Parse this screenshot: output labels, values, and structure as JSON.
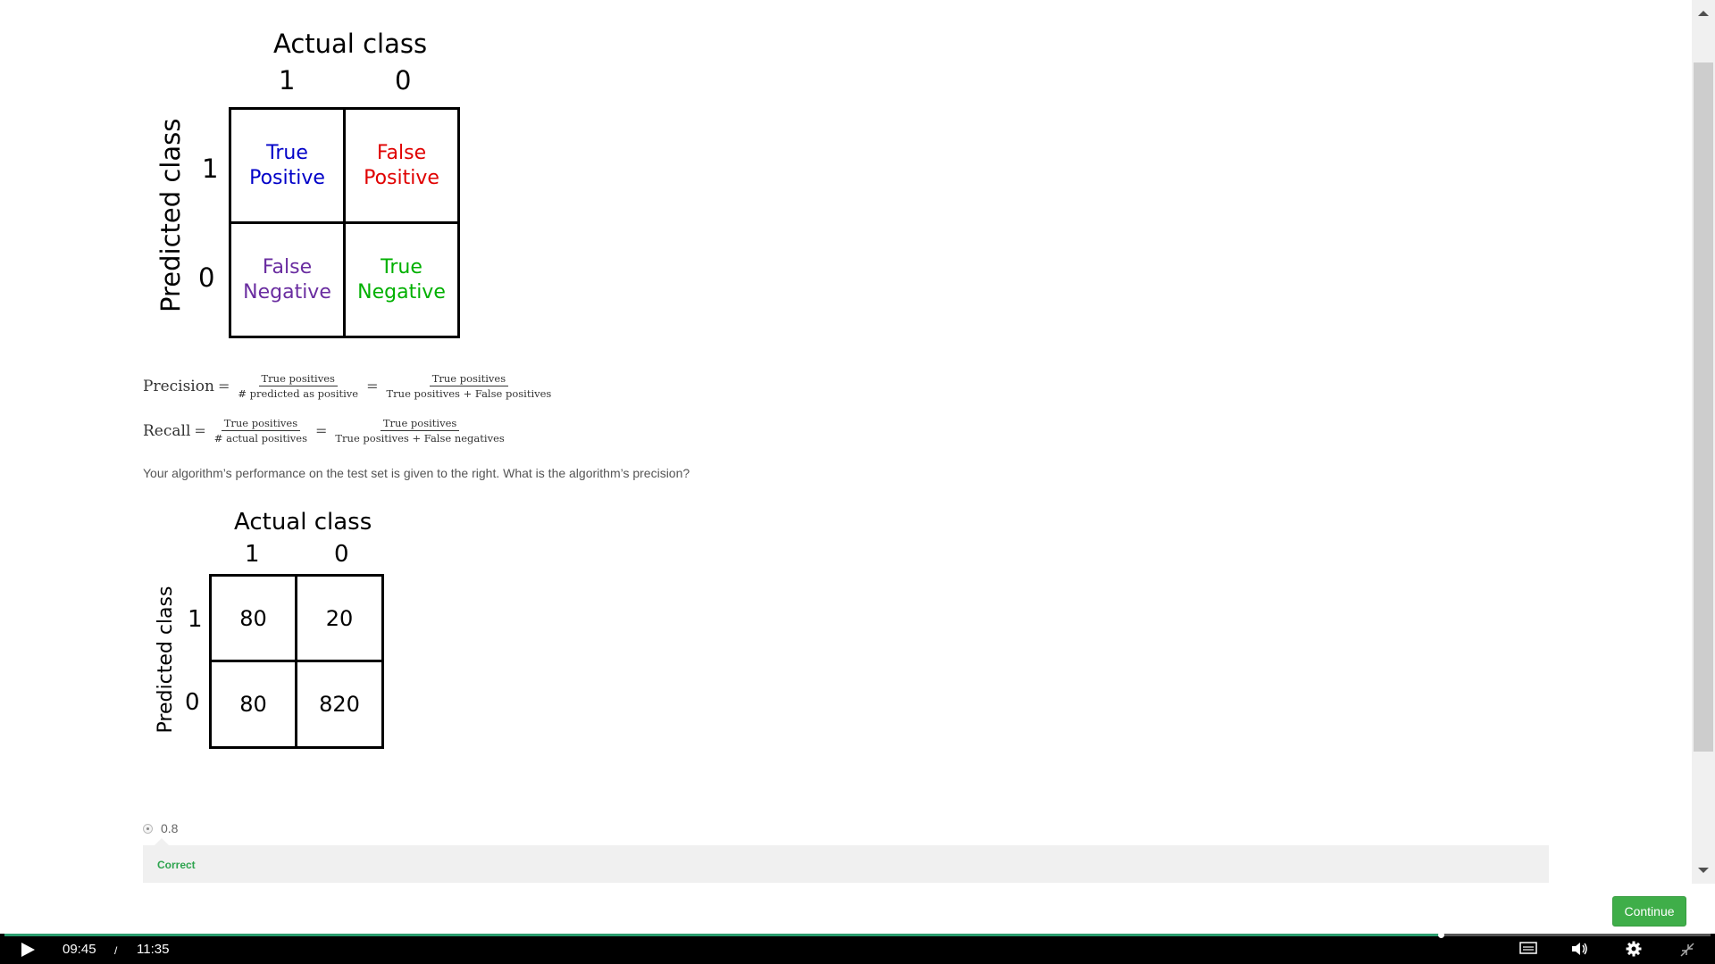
{
  "matrix1": {
    "title": "Actual class",
    "col_labels": [
      "1",
      "0"
    ],
    "row_axis": "Predicted class",
    "row_labels": [
      "1",
      "0"
    ],
    "cells": [
      {
        "text": "True\nPositive",
        "color": "#0000c8"
      },
      {
        "text": "False\nPositive",
        "color": "#e00000"
      },
      {
        "text": "False\nNegative",
        "color": "#6a2da0"
      },
      {
        "text": "True\nNegative",
        "color": "#00b000"
      }
    ]
  },
  "formulas": {
    "precision": {
      "label": "Precision",
      "eq": "=",
      "frac1_num": "True positives",
      "frac1_den": "# predicted as positive",
      "frac2_num": "True positives",
      "frac2_den": "True positives + False positives"
    },
    "recall": {
      "label": "Recall",
      "eq": "=",
      "frac1_num": "True positives",
      "frac1_den": "# actual positives",
      "frac2_num": "True positives",
      "frac2_den": "True positives + False negatives"
    }
  },
  "question": "Your algorithm’s performance on the test set is given to the right. What is the algorithm’s precision?",
  "matrix2": {
    "title": "Actual class",
    "col_labels": [
      "1",
      "0"
    ],
    "row_axis": "Predicted class",
    "row_labels": [
      "1",
      "0"
    ],
    "cells": [
      "80",
      "20",
      "80",
      "820"
    ]
  },
  "answer": {
    "option_value": "0.8",
    "feedback": "Correct"
  },
  "buttons": {
    "continue": "Continue"
  },
  "player": {
    "current_time": "09:45",
    "separator": "/",
    "duration": "11:35",
    "progress": 0.842
  },
  "colors": {
    "accent_green": "#3fae49",
    "progress": "#2a9d6e"
  }
}
